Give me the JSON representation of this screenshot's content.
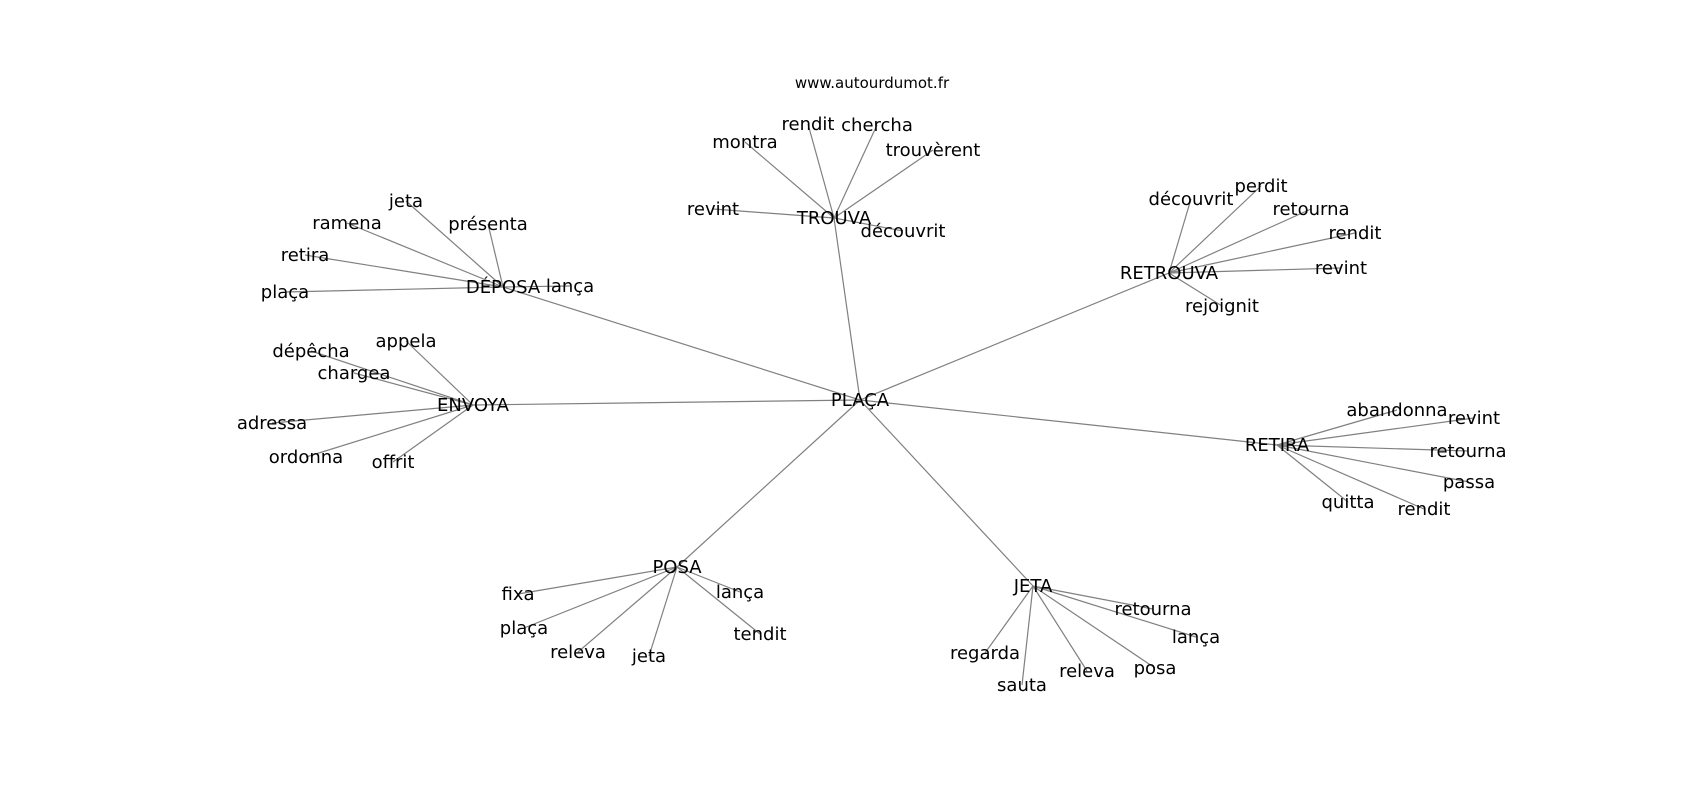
{
  "site": "www.autourdumot.fr",
  "graph": {
    "center": "PLAÇA",
    "clusters": [
      {
        "hub": "TROUVA",
        "words": [
          "montra",
          "rendit",
          "chercha",
          "trouvèrent",
          "revint",
          "découvrit"
        ]
      },
      {
        "hub": "DÉPOSA",
        "words": [
          "jeta",
          "ramena",
          "présenta",
          "retira",
          "plaça",
          "lança"
        ]
      },
      {
        "hub": "RETROUVA",
        "words": [
          "découvrit",
          "perdit",
          "retourna",
          "rendit",
          "revint",
          "rejoignit"
        ]
      },
      {
        "hub": "ENVOYA",
        "words": [
          "appela",
          "dépêcha",
          "chargea",
          "adressa",
          "ordonna",
          "offrit"
        ]
      },
      {
        "hub": "RETIRA",
        "words": [
          "abandonna",
          "revint",
          "retourna",
          "passa",
          "quitta",
          "rendit"
        ]
      },
      {
        "hub": "POSA",
        "words": [
          "fixa",
          "plaça",
          "releva",
          "jeta",
          "lança",
          "tendit"
        ]
      },
      {
        "hub": "JETA",
        "words": [
          "retourna",
          "lança",
          "regarda",
          "sauta",
          "releva",
          "posa"
        ]
      }
    ]
  }
}
